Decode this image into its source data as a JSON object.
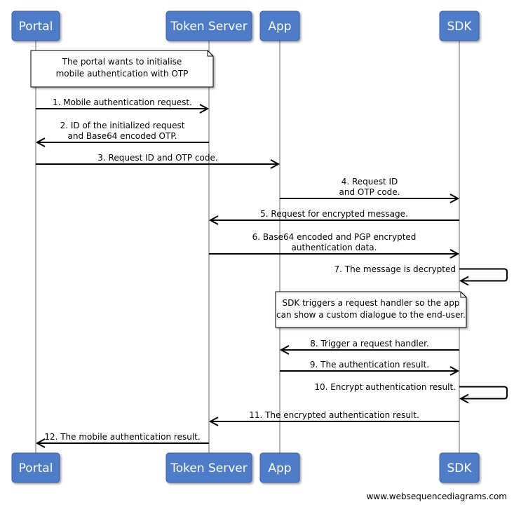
{
  "actors": [
    {
      "id": "portal",
      "label": "Portal"
    },
    {
      "id": "token_server",
      "label": "Token Server"
    },
    {
      "id": "app",
      "label": "App"
    },
    {
      "id": "sdk",
      "label": "SDK"
    }
  ],
  "notes": [
    {
      "lines": [
        "The portal wants to initialise",
        "mobile authentication with OTP"
      ]
    },
    {
      "lines": [
        "SDK triggers a request handler so the app",
        "can show a custom dialogue to the end-user."
      ]
    }
  ],
  "messages": [
    {
      "from": "portal",
      "to": "token_server",
      "lines": [
        "1. Mobile authentication request."
      ]
    },
    {
      "from": "token_server",
      "to": "portal",
      "lines": [
        "2. ID of the initialized request",
        "and Base64 encoded OTP."
      ]
    },
    {
      "from": "portal",
      "to": "app",
      "lines": [
        "3. Request ID and OTP code."
      ]
    },
    {
      "from": "app",
      "to": "sdk",
      "lines": [
        "4. Request ID",
        "and OTP code."
      ]
    },
    {
      "from": "sdk",
      "to": "token_server",
      "lines": [
        "5. Request for encrypted message."
      ]
    },
    {
      "from": "token_server",
      "to": "sdk",
      "lines": [
        "6. Base64 encoded and PGP encrypted",
        "authentication data."
      ]
    },
    {
      "from": "sdk",
      "to": "sdk",
      "lines": [
        "7. The message is decrypted"
      ]
    },
    {
      "from": "sdk",
      "to": "app",
      "lines": [
        "8. Trigger a request handler."
      ]
    },
    {
      "from": "app",
      "to": "sdk",
      "lines": [
        "9. The authentication result."
      ]
    },
    {
      "from": "sdk",
      "to": "sdk",
      "lines": [
        "10. Encrypt authentication result."
      ]
    },
    {
      "from": "sdk",
      "to": "token_server",
      "lines": [
        "11. The encrypted authentication result."
      ]
    },
    {
      "from": "token_server",
      "to": "portal",
      "lines": [
        "12. The mobile authentication result."
      ]
    }
  ],
  "credit": "www.websequencediagrams.com",
  "colors": {
    "actor_fill": "#4f7cc9",
    "actor_border": "#3a5fa0",
    "note_fill": "#ffffff",
    "lifeline": "#b3b3b3"
  }
}
